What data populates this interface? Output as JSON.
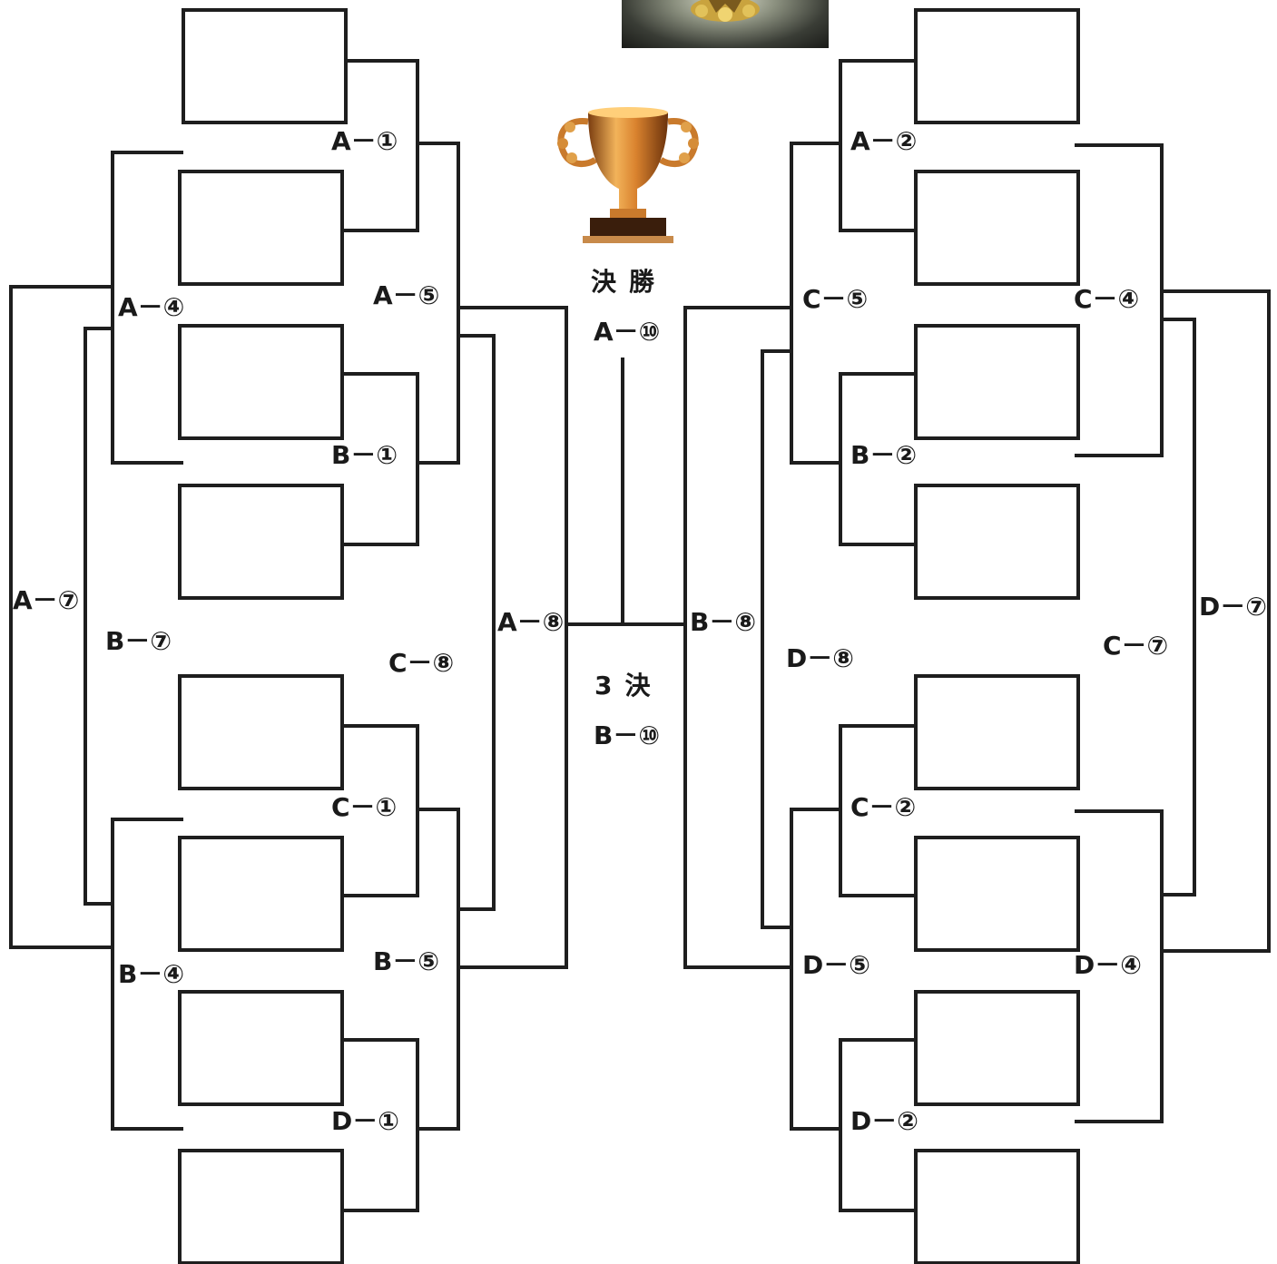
{
  "bracket": {
    "left_labels": {
      "a1": "A－①",
      "b1": "B－①",
      "c1": "C－①",
      "d1": "D－①",
      "a4": "A－④",
      "b4": "B－④",
      "a5": "A－⑤",
      "b5": "B－⑤",
      "a7": "A－⑦",
      "b7": "B－⑦",
      "c8": "C－⑧",
      "a8": "A－⑧"
    },
    "right_labels": {
      "a2": "A－②",
      "b2": "B－②",
      "c2": "C－②",
      "d2": "D－②",
      "c4": "C－④",
      "d4": "D－④",
      "c5": "C－⑤",
      "d5": "D－⑤",
      "c7": "C－⑦",
      "d7": "D－⑦",
      "d8": "D－⑧",
      "b8": "B－⑧"
    },
    "center": {
      "final_title": "決勝",
      "final_match": "A－⑩",
      "third_title": "3決",
      "third_match": "B－⑩"
    }
  },
  "colors": {
    "line": "#1e1e1e",
    "trophy": "#c8762a"
  },
  "icons": {
    "trophy": "trophy-icon",
    "photo": "medal-photo"
  }
}
